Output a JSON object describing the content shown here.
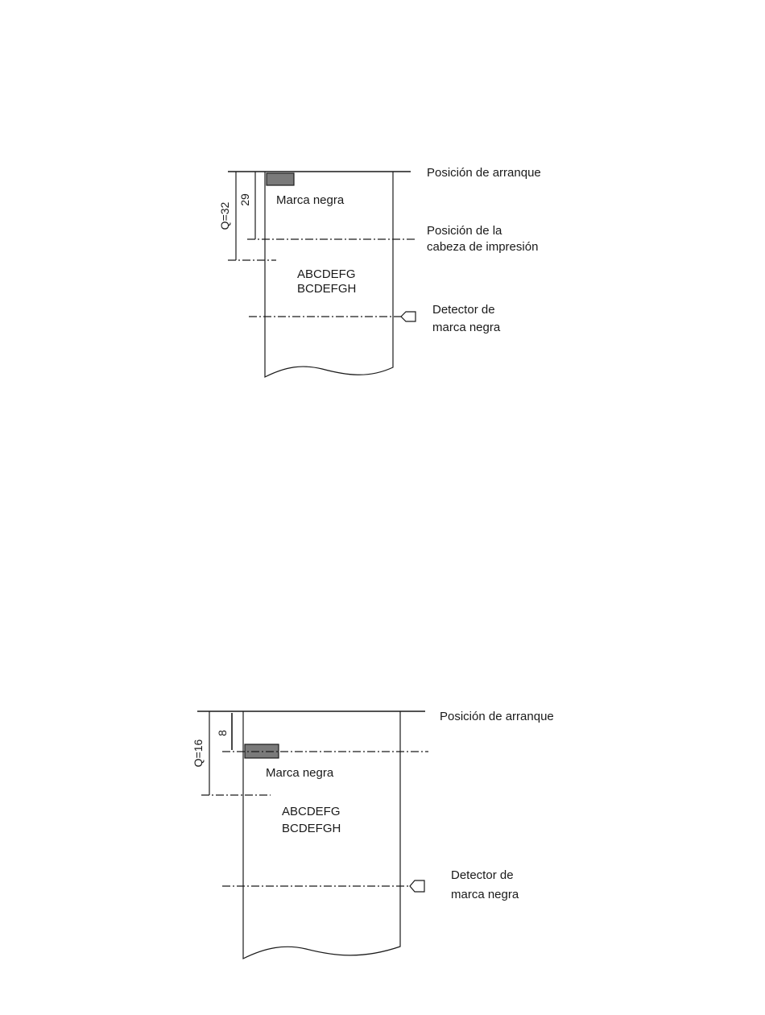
{
  "diagram1": {
    "start_label": "Posición de arranque",
    "mark_label": "Marca negra",
    "head_label_line1": "Posición de la",
    "head_label_line2": "cabeza de impresión",
    "print_line1": "ABCDEFG",
    "print_line2": "BCDEFGH",
    "detector_line1": "Detector de",
    "detector_line2": "marca negra",
    "dim_outer": "Q=32",
    "dim_inner": "29"
  },
  "diagram2": {
    "start_label": "Posición de arranque",
    "mark_label": "Marca negra",
    "print_line1": "ABCDEFG",
    "print_line2": "BCDEFGH",
    "detector_line1": "Detector de",
    "detector_line2": "marca negra",
    "dim_outer": "Q=16",
    "dim_inner": "8"
  },
  "colors": {
    "line": "#1a1a1a",
    "mark_fill": "#7a7a7a"
  }
}
